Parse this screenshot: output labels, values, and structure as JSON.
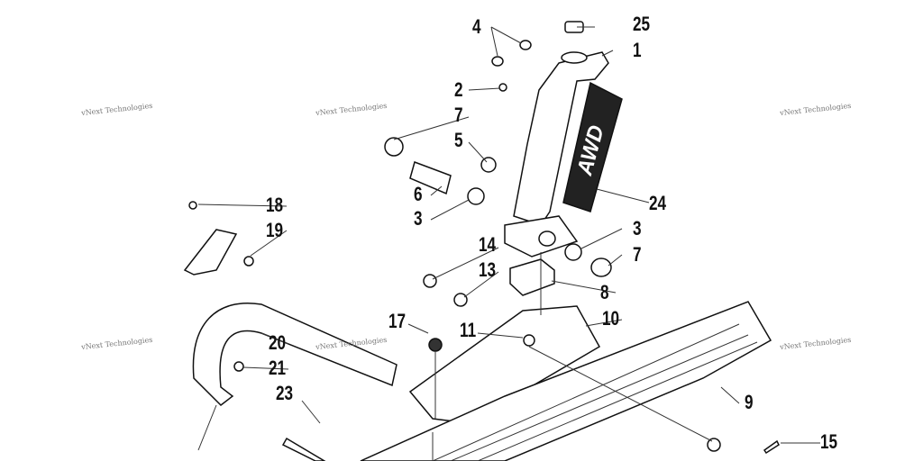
{
  "watermark": "vNext Technologies",
  "callouts": [
    "25",
    "4",
    "1",
    "2",
    "7",
    "5",
    "6",
    "3",
    "24",
    "18",
    "19",
    "14",
    "13",
    "3",
    "7",
    "8",
    "17",
    "11",
    "10",
    "20",
    "21",
    "23",
    "9",
    "15"
  ],
  "decal_text": "AWD"
}
